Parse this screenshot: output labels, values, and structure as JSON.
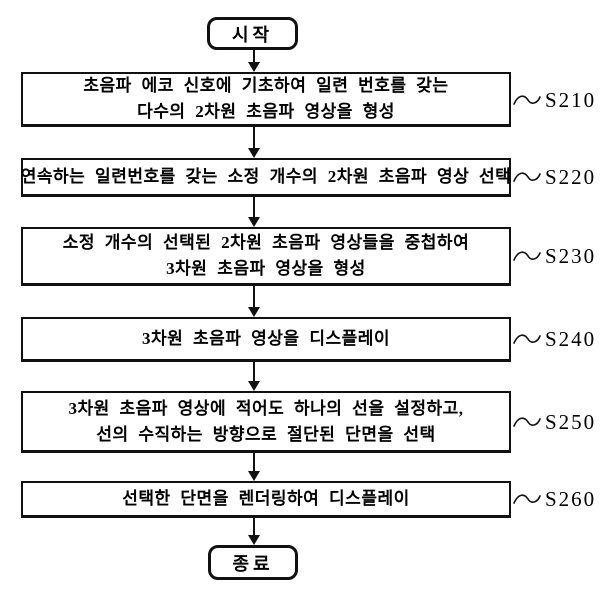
{
  "figure": {
    "background_color": "#ffffff",
    "ink_color": "#111111",
    "type": "flowchart"
  },
  "flowchart": {
    "start": {
      "label": "시작"
    },
    "end": {
      "label": "종료"
    },
    "steps": [
      {
        "id": "S210",
        "lines": [
          "초음파 에코 신호에 기초하여 일련 번호를 갖는",
          "다수의 2차원 초음파 영상을 형성"
        ]
      },
      {
        "id": "S220",
        "lines": [
          "연속하는 일련번호를 갖는 소정 개수의 2차원 초음파 영상 선택"
        ]
      },
      {
        "id": "S230",
        "lines": [
          "소정 개수의 선택된 2차원 초음파 영상들을 중첩하여",
          "3차원 초음파 영상을 형성"
        ]
      },
      {
        "id": "S240",
        "lines": [
          "3차원 초음파 영상을 디스플레이"
        ]
      },
      {
        "id": "S250",
        "lines": [
          "3차원 초음파 영상에 적어도 하나의 선을 설정하고,",
          "선의 수직하는 방향으로 절단된 단면을 선택"
        ]
      },
      {
        "id": "S260",
        "lines": [
          "선택한 단면을 렌더링하여 디스플레이"
        ]
      }
    ]
  }
}
